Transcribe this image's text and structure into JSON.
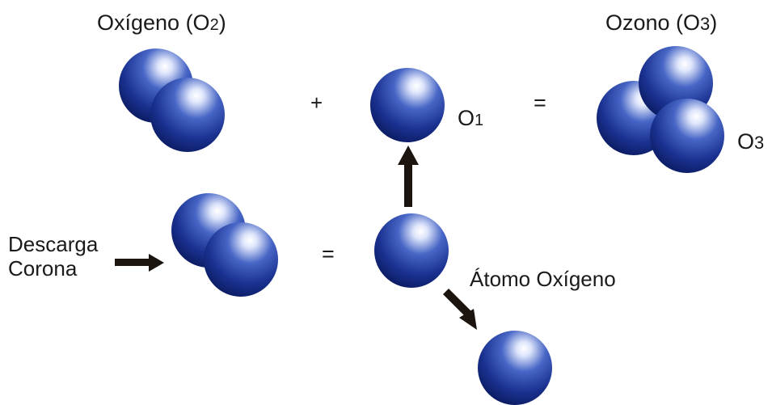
{
  "labels": {
    "oxygen_title": "Oxígeno (O",
    "oxygen_title_sub": "2",
    "oxygen_title_close": ")",
    "ozone_title": "Ozono (O",
    "ozone_title_sub": "3",
    "ozone_title_close": ")",
    "plus": "+",
    "equals_top": "=",
    "equals_bottom": "=",
    "o1_base": "O",
    "o1_sub": "1",
    "o3_base": "O",
    "o3_sub": "3",
    "corona_line1": "Descarga",
    "corona_line2": "Corona",
    "atom_label": "Átomo Oxígeno"
  },
  "colors": {
    "sphere_highlight": "#ffffff",
    "sphere_mid": "#3d5fc0",
    "sphere_dark": "#0c1e6b",
    "arrow": "#1c140e",
    "text": "#1a1a1a"
  }
}
